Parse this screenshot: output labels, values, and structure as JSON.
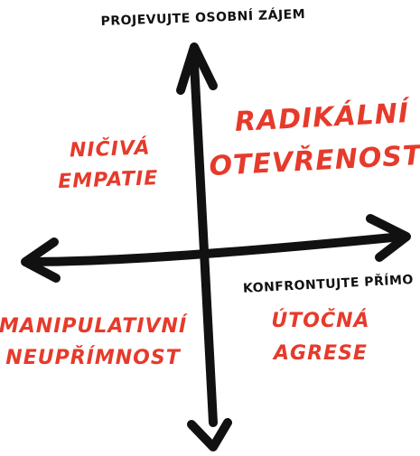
{
  "axes": {
    "vertical_label": "PROJEVUJTE OSOBNÍ ZÁJEM",
    "horizontal_label": "KONFRONTUJTE PŘÍMO"
  },
  "quadrants": {
    "top_right": {
      "line1": "RADIKÁLNÍ",
      "line2": "OTEVŘENOST"
    },
    "top_left": {
      "line1": "NIČIVÁ",
      "line2": "EMPATIE"
    },
    "bottom_left": {
      "line1": "MANIPULATIVNÍ",
      "line2": "NEUPŘÍMNOST"
    },
    "bottom_right": {
      "line1": "ÚTOČNÁ",
      "line2": "AGRESE"
    }
  },
  "colors": {
    "axis": "#111111",
    "quadrant_text": "#e63a2b"
  }
}
